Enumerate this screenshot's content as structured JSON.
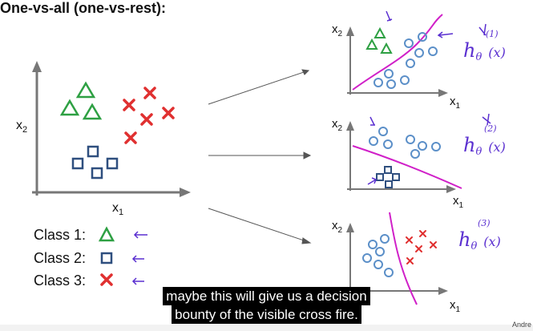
{
  "slide": {
    "title": "One-vs-all (one-vs-rest):",
    "axis_x1": "x",
    "axis_x2": "x",
    "sub1": "1",
    "sub2": "2",
    "legend": [
      {
        "label": "Class 1:",
        "marker": "triangle-icon",
        "color": "#2ea043"
      },
      {
        "label": "Class 2:",
        "marker": "square-icon",
        "color": "#2f4f7f"
      },
      {
        "label": "Class 3:",
        "marker": "cross-icon",
        "color": "#e03030"
      }
    ],
    "hypotheses": [
      {
        "sup": "(1)",
        "label": "h",
        "theta": "θ",
        "arg": "(x)"
      },
      {
        "sup": "(2)",
        "label": "h",
        "theta": "θ",
        "arg": "(x)"
      },
      {
        "sup": "(3)",
        "label": "h",
        "theta": "θ",
        "arg": "(x)"
      }
    ]
  },
  "caption": {
    "line1": "maybe this will give us a decision",
    "line2": "bounty of the visible cross fire."
  },
  "credit": "Andre",
  "colors": {
    "class1": "#2ea043",
    "class2": "#2f4f7f",
    "class3": "#e03030",
    "circles": "#5b8fc8",
    "boundary": "#d020c8",
    "ink": "#5a2fd0",
    "axis": "#777777"
  }
}
